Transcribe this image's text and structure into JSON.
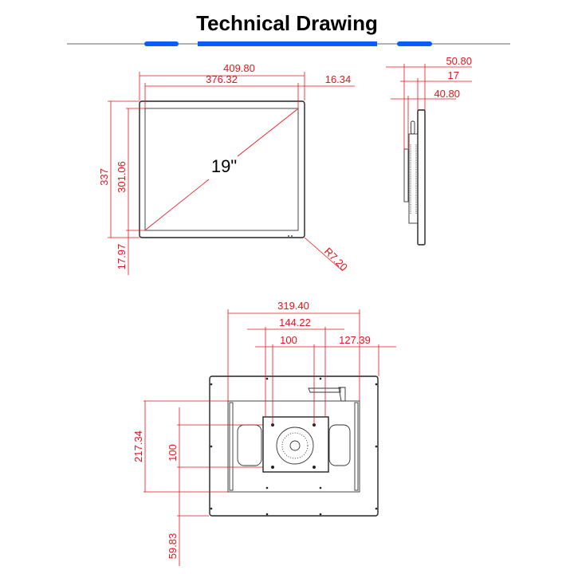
{
  "header": {
    "title": "Technical Drawing",
    "accent_color": "#0a5cff",
    "line_color": "#999999"
  },
  "front_view": {
    "screen_size": "19\"",
    "dims": {
      "overall_width": "409.80",
      "screen_width": "376.32",
      "bezel_side": "16.34",
      "overall_height": "337",
      "screen_height": "301.06",
      "bezel_bottom": "17.97",
      "corner_radius": "R7.20"
    }
  },
  "side_view": {
    "dims": {
      "total_depth": "50.80",
      "panel_depth": "17",
      "back_depth": "40.80"
    }
  },
  "back_view": {
    "dims": {
      "housing_width": "319.40",
      "vesa_outer": "144.22",
      "vesa_h": "100",
      "right_offset": "127.39",
      "housing_height": "217.34",
      "vesa_v": "100",
      "bottom_offset": "59.83"
    }
  },
  "colors": {
    "dimension": "#e8141b",
    "outline": "#222222"
  }
}
